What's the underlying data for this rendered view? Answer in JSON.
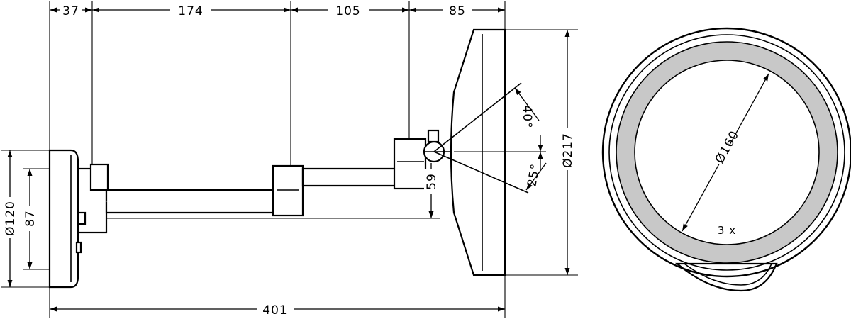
{
  "dimensions": {
    "d37": "37",
    "d174": "174",
    "d105": "105",
    "d85": "85",
    "d401": "401",
    "dia120": "Ø120",
    "d87": "87",
    "dia217": "Ø217",
    "d59": "59",
    "angle40": "40°",
    "angle25": "25°",
    "dia160": "Ø160",
    "magnification": "3 x"
  },
  "colors": {
    "line": "#000000",
    "ring": "#c8c8c8",
    "background": "#ffffff"
  }
}
